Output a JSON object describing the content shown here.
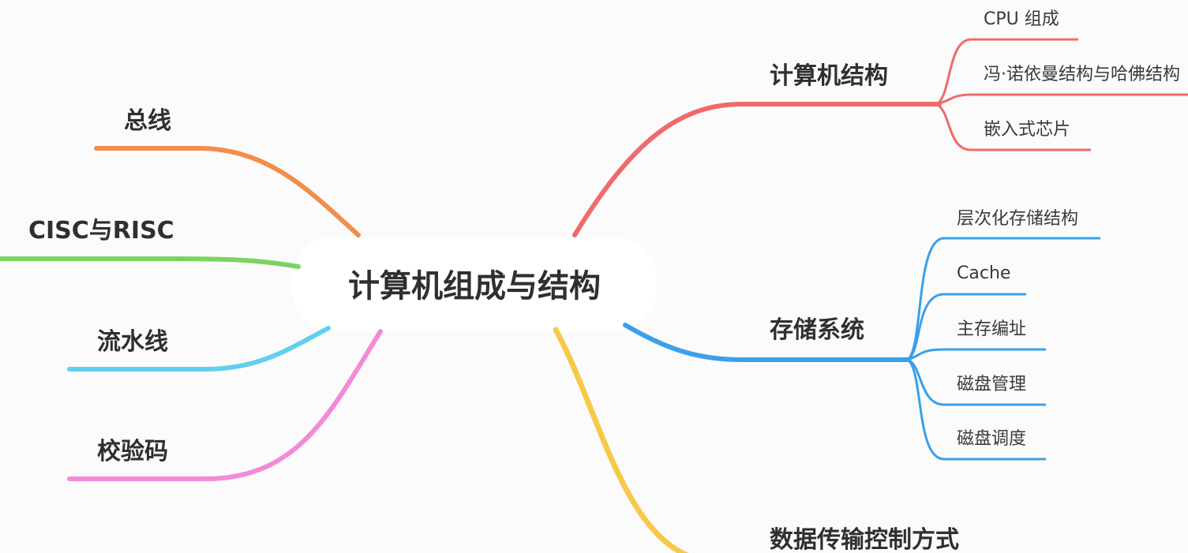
{
  "mindmap": {
    "center": {
      "label": "计算机组成与结构"
    },
    "branches": [
      {
        "id": "arch",
        "label": "计算机结构",
        "color": "#f06a6a",
        "children": [
          "CPU 组成",
          "冯·诺依曼结构与哈佛结构",
          "嵌入式芯片"
        ]
      },
      {
        "id": "storage",
        "label": "存储系统",
        "color": "#3aa0ea",
        "children": [
          "层次化存储结构",
          "Cache",
          "主存编址",
          "磁盘管理",
          "磁盘调度"
        ]
      },
      {
        "id": "transfer",
        "label": "数据传输控制方式",
        "color": "#f7c948",
        "children": []
      },
      {
        "id": "bus",
        "label": "总线",
        "color": "#f28d4a",
        "children": []
      },
      {
        "id": "cisc",
        "label": "CISC与RISC",
        "color": "#7bd35f",
        "children": []
      },
      {
        "id": "pipeline",
        "label": "流水线",
        "color": "#5fd0ef",
        "children": []
      },
      {
        "id": "checksum",
        "label": "校验码",
        "color": "#f38ad9",
        "children": []
      }
    ]
  }
}
